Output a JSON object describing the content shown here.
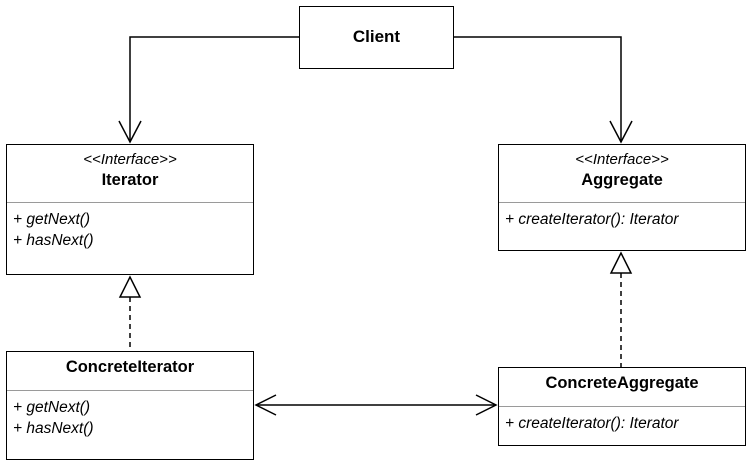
{
  "client": {
    "name": "Client"
  },
  "iterator": {
    "stereotype": "<<Interface>>",
    "name": "Iterator",
    "operations": [
      "+ getNext()",
      "+ hasNext()"
    ]
  },
  "aggregate": {
    "stereotype": "<<Interface>>",
    "name": "Aggregate",
    "operations": [
      "+ createIterator(): Iterator"
    ]
  },
  "concrete_iterator": {
    "name": "ConcreteIterator",
    "operations": [
      "+ getNext()",
      "+ hasNext()"
    ]
  },
  "concrete_aggregate": {
    "name": "ConcreteAggregate",
    "operations": [
      "+ createIterator(): Iterator"
    ]
  }
}
